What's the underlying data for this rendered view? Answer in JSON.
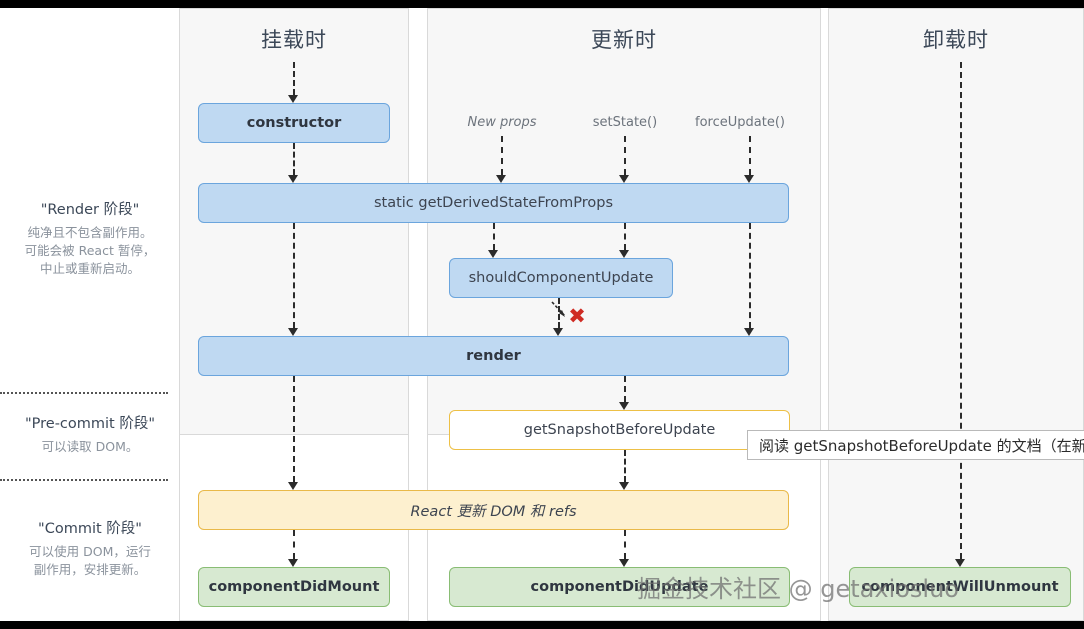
{
  "columns": [
    {
      "key": "mount",
      "title": "挂载时"
    },
    {
      "key": "update",
      "title": "更新时"
    },
    {
      "key": "unmount",
      "title": "卸载时"
    }
  ],
  "phases": [
    {
      "key": "render",
      "heading": "\"Render 阶段\"",
      "body": "纯净且不包含副作用。\n可能会被 React 暂停，\n中止或重新启动。"
    },
    {
      "key": "precommit",
      "heading": "\"Pre-commit 阶段\"",
      "body": "可以读取 DOM。"
    },
    {
      "key": "commit",
      "heading": "\"Commit 阶段\"",
      "body": "可以使用 DOM，运行\n副作用，安排更新。"
    }
  ],
  "triggers": [
    {
      "key": "new-props",
      "label": "New props",
      "italic": true
    },
    {
      "key": "set-state",
      "label": "setState()",
      "italic": false
    },
    {
      "key": "force-update",
      "label": "forceUpdate()",
      "italic": false
    }
  ],
  "nodes": {
    "constructor": "constructor",
    "get_derived_state": "static getDerivedStateFromProps",
    "should_component_update": "shouldComponentUpdate",
    "render": "render",
    "get_snapshot": "getSnapshotBeforeUpdate",
    "react_updates": "React 更新 DOM 和 refs",
    "component_did_mount": "componentDidMount",
    "component_did_update": "componentDidUpdate",
    "component_will_unmount": "componentWillUnmount"
  },
  "markers": {
    "skip_render_x": "✖"
  },
  "tooltip": {
    "text": "阅读 getSnapshotBeforeUpdate 的文档（在新标"
  },
  "watermark": {
    "text": "掘金技术社区 @ getaxiosluo"
  },
  "colors": {
    "box_blue_fill": "#bfd9f2",
    "box_blue_border": "#6ba5dd",
    "box_yellow_fill": "#fdf0cf",
    "box_yellow_border": "#e9b949",
    "box_green_fill": "#d7e9d1",
    "box_green_border": "#89bd74",
    "column_bg": "#f7f7f7",
    "marker_red": "#cf2b23"
  }
}
